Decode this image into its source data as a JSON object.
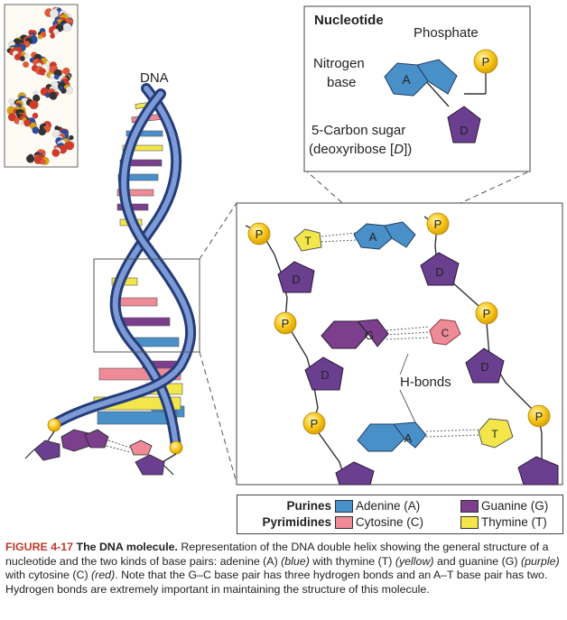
{
  "labels": {
    "dna": "DNA",
    "nucleotide_title": "Nucleotide",
    "phosphate": "Phosphate",
    "nitrogen_base_line1": "Nitrogen",
    "nitrogen_base_line2": "base",
    "sugar_line1": "5-Carbon sugar",
    "sugar_line2_pre": "(deoxyribose [",
    "sugar_line2_d": "D",
    "sugar_line2_post": "])",
    "h_bonds": "H-bonds"
  },
  "glyphs": {
    "phosphate": "P",
    "deoxyribose": "D",
    "adenine": "A",
    "thymine": "T",
    "guanine": "G",
    "cytosine": "C"
  },
  "legend": {
    "purines": "Purines",
    "pyrimidines": "Pyrimidines",
    "adenine": "Adenine (A)",
    "guanine": "Guanine (G)",
    "cytosine": "Cytosine (C)",
    "thymine": "Thymine (T)"
  },
  "colors": {
    "adenine": "#4a90c8",
    "thymine": "#f2e64a",
    "guanine": "#7b3f8c",
    "cytosine": "#ef8a97",
    "deoxyribose": "#6b3f8f",
    "phosphate": "#f5c518",
    "backbone": "#3c5a9e"
  },
  "caption": {
    "figure_label": "FIGURE 4-17",
    "title": "The DNA molecule.",
    "text_1": " Representation of the DNA double helix showing the general structure of a nucleotide and the two kinds of base pairs: adenine (A) ",
    "blue": "(blue)",
    "text_2": " with thymine (T) ",
    "yellow": "(yellow)",
    "text_3": " and guanine (G) ",
    "purple": "(purple)",
    "text_4": " with cytosine (C) ",
    "red": "(red)",
    "text_5": ". Note that the G–C base pair has three hydrogen bonds and an A–T base pair has two. Hydrogen bonds are extremely important in maintaining the structure of this molecule."
  }
}
